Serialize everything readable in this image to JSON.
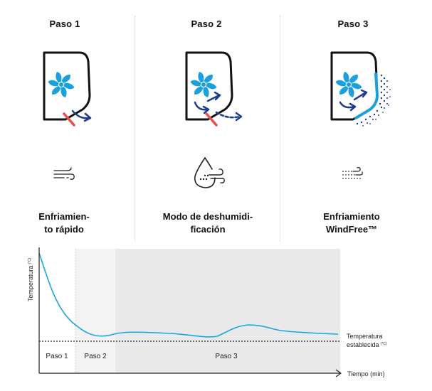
{
  "steps": [
    {
      "title": "Paso 1",
      "mode_lines": [
        "Enfriamien-",
        "to rápido"
      ]
    },
    {
      "title": "Paso 2",
      "mode_lines": [
        "Modo de deshumidi-",
        "ficación"
      ]
    },
    {
      "title": "Paso 3",
      "mode_lines": [
        "Enfriamiento",
        "WindFree™"
      ]
    }
  ],
  "icons": {
    "unit": "air-conditioner-unit-icon",
    "fast_cool": "wind-icon",
    "dehumidify": "water-drop-wind-icon",
    "windfree": "gentle-wind-icon"
  },
  "colors": {
    "fan": "#1aa0dc",
    "arrow": "#1d3c8c",
    "hot_air": "#e8504a",
    "curve": "#1aa6e0",
    "zone_step2": "#f3f3f3",
    "zone_step3": "#e9e9e9"
  },
  "chart": {
    "y_label": "Temperatura",
    "y_unit": "(°C)",
    "x_label": "Tiempo (min)",
    "setpoint_label_line1": "Temperatura",
    "setpoint_label_line2": "establecida",
    "setpoint_unit": "(°C)",
    "zones": [
      "Paso 1",
      "Paso 2",
      "Paso 3"
    ]
  }
}
